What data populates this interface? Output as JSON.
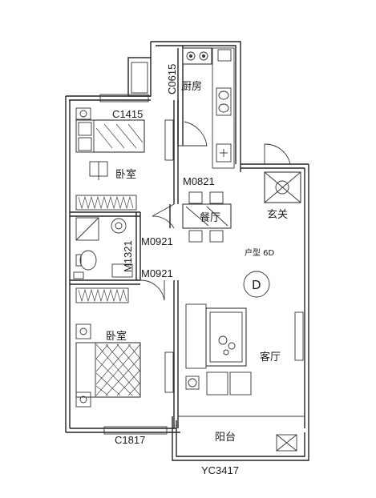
{
  "rooms": {
    "kitchen": "厨房",
    "bedroom_top": "卧室",
    "bedroom_bottom": "卧室",
    "dining": "餐厅",
    "entrance": "玄关",
    "living": "客厅",
    "balcony": "阳台"
  },
  "codes": {
    "window_kitchen": "C0615",
    "window_top_bedroom": "C1415",
    "door_kitchen": "M0821",
    "door_bedroom_top": "M0921",
    "door_bath": "M1321",
    "door_bedroom_bottom": "M0921",
    "window_bottom_bedroom": "C1817",
    "window_balcony": "YC3417"
  },
  "unit_type": "户型 6D",
  "unit_letter": "D"
}
